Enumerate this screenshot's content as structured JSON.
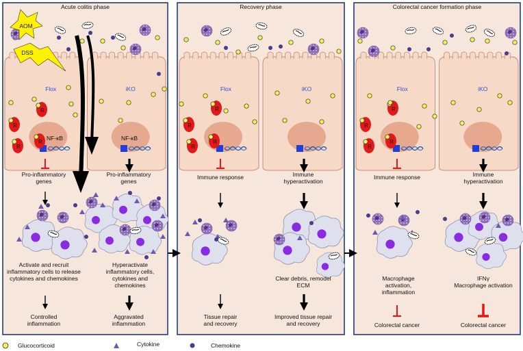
{
  "panels": [
    {
      "title": "Acute colitis phase",
      "left_label": "Flox",
      "right_label": "iKO"
    },
    {
      "title": "Recovery phase",
      "left_label": "Flox",
      "right_label": "iKO"
    },
    {
      "title": "Colorectal cancer formation phase",
      "left_label": "Flox",
      "right_label": "iKO"
    }
  ],
  "triggers": {
    "aom": "AOM",
    "dss": "DSS"
  },
  "nfkb": "NF-κB",
  "receptor_letter": "R",
  "acute": {
    "left_genes": "Pro-inflammatory genes",
    "right_genes": "Pro-inflammatory genes",
    "left_cells": [
      "Activate and recruit",
      "inflammatory cells to release",
      "cytokines and chemokines"
    ],
    "right_cells": [
      "Hyperactivate",
      "inflammatory cells,",
      "cytokines and",
      "chemokines"
    ],
    "left_outcome": [
      "Controlled",
      "inflammation"
    ],
    "right_outcome": [
      "Aggravated",
      "inflammation"
    ]
  },
  "recovery": {
    "left_response": "Immune response",
    "right_response": [
      "Immune",
      "hyperactivation"
    ],
    "right_cells": [
      "Clear debris, remodel",
      "ECM"
    ],
    "left_outcome": [
      "Tissue        repair",
      "and recovery"
    ],
    "right_outcome": [
      "Improved tissue repair",
      "and recovery"
    ]
  },
  "cancer": {
    "left_response": "Immune response",
    "right_response": [
      "Immune",
      "hyperactivation"
    ],
    "left_cells": [
      "Macrophage",
      "activation,",
      "inflammation"
    ],
    "right_cells": [
      "IFNγ",
      "Macrophage activation"
    ],
    "left_outcome": "Colorectal cancer",
    "right_outcome": "Colorectal cancer"
  },
  "legend": {
    "glucocorticoid": "Glucocorticoid",
    "cytokine": "Cytokine",
    "chemokine": "Chemokine"
  },
  "colors": {
    "panel_bg": "#f7e6dc",
    "border": "#1f3d7a",
    "cell": "#f6d9c6",
    "nucleus": "#e6a98f",
    "gc": "#f3f05a",
    "receptor": "#e01a1a",
    "cytokine": "#6a5bb0",
    "chemokine": "#4a3c8c",
    "macrophage": "#dfe0ee",
    "mac_nucleus": "#8a2be2",
    "inhibit": "#e01a1a"
  }
}
